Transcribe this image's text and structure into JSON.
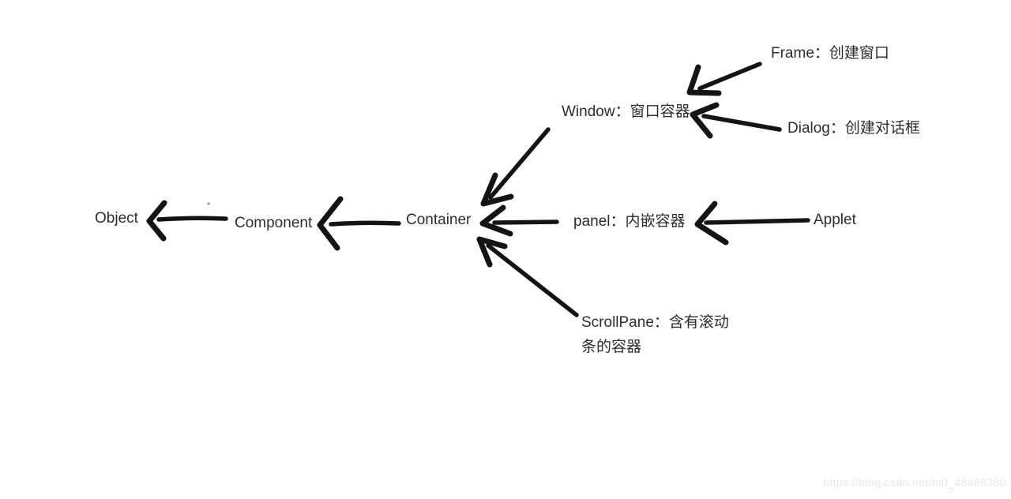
{
  "page": {
    "background_color": "#ffffff",
    "ink_color": "#141414",
    "text_color": "#2d2d2d"
  },
  "diagram": {
    "description": "Hand-drawn AWT container class hierarchy",
    "nodes": {
      "object": {
        "label": "Object"
      },
      "component": {
        "label": "Component"
      },
      "container": {
        "label": "Container"
      },
      "window": {
        "label": "Window：窗口容器"
      },
      "frame": {
        "label": "Frame：创建窗口"
      },
      "dialog": {
        "label": "Dialog：创建对话框"
      },
      "panel": {
        "label": "panel：内嵌容器"
      },
      "applet": {
        "label": "Applet"
      },
      "scrollpane": {
        "label": "ScrollPane：含有滚动\n条的容器"
      }
    },
    "edges": [
      {
        "from": "Component",
        "to": "Object"
      },
      {
        "from": "Container",
        "to": "Component"
      },
      {
        "from": "Window",
        "to": "Container"
      },
      {
        "from": "panel",
        "to": "Container"
      },
      {
        "from": "ScrollPane",
        "to": "Container"
      },
      {
        "from": "Frame",
        "to": "Window"
      },
      {
        "from": "Dialog",
        "to": "Window"
      },
      {
        "from": "Applet",
        "to": "panel"
      }
    ]
  },
  "watermark": {
    "text": "https://blog.csdn.net/m0_48468380",
    "color": "#e7e7e7"
  }
}
